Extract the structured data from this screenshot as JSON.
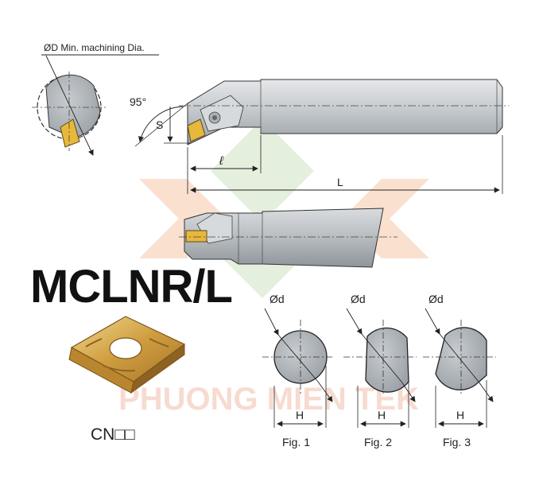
{
  "diagram": {
    "top_label": "ØD Min. machining Dia.",
    "angle_label": "95°",
    "s_label": "S",
    "l_small_label": "ℓ",
    "l_big_label": "L",
    "title": "MCLNR/L",
    "insert_code": "CN□□",
    "watermark": "PHUONG MIEN TEK",
    "figures": [
      {
        "d_label": "Ød",
        "h_label": "H",
        "caption": "Fig. 1"
      },
      {
        "d_label": "Ød",
        "h_label": "H",
        "caption": "Fig. 2"
      },
      {
        "d_label": "Ød",
        "h_label": "H",
        "caption": "Fig. 3"
      }
    ],
    "colors": {
      "bar_fill": "#c9cccf",
      "bar_dark": "#9ea3a8",
      "insert_gold": "#d3a54a",
      "watermark_orange": "#f6c7a8",
      "watermark_green": "#cfe3c4"
    }
  }
}
